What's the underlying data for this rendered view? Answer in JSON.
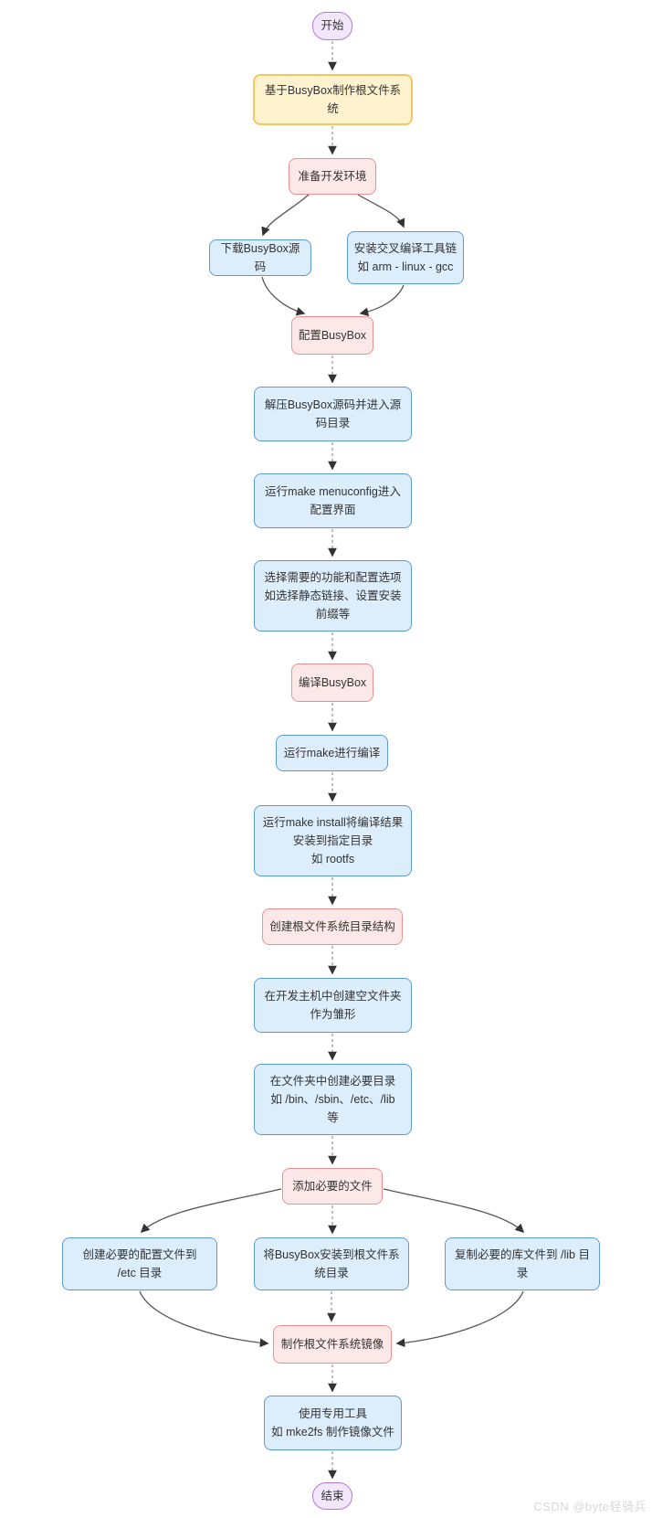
{
  "nodes": {
    "start": {
      "label": "开始"
    },
    "make_rootfs": {
      "label": "基于BusyBox制作根文件系\n统"
    },
    "prepare_env": {
      "label": "准备开发环境"
    },
    "download_src": {
      "label": "下载BusyBox源码"
    },
    "install_toolchain": {
      "label": "安装交叉编译工具链\n如 arm - linux - gcc"
    },
    "configure": {
      "label": "配置BusyBox"
    },
    "extract": {
      "label": "解压BusyBox源码并进入源\n码目录"
    },
    "menuconfig": {
      "label": "运行make menuconfig进入\n配置界面"
    },
    "select_options": {
      "label": "选择需要的功能和配置选项\n如选择静态链接、设置安装\n前缀等"
    },
    "compile": {
      "label": "编译BusyBox"
    },
    "run_make": {
      "label": "运行make进行编译"
    },
    "make_install": {
      "label": "运行make install将编译结果\n安装到指定目录\n如 rootfs"
    },
    "create_structure": {
      "label": "创建根文件系统目录结构"
    },
    "empty_folder": {
      "label": "在开发主机中创建空文件夹\n作为雏形"
    },
    "create_dirs": {
      "label": "在文件夹中创建必要目录\n如 /bin、/sbin、/etc、/lib\n等"
    },
    "add_files": {
      "label": "添加必要的文件"
    },
    "create_config": {
      "label": "创建必要的配置文件到\n/etc 目录"
    },
    "install_rootfs": {
      "label": "将BusyBox安装到根文件系\n统目录"
    },
    "copy_libs": {
      "label": "复制必要的库文件到 /lib 目\n录"
    },
    "make_image": {
      "label": "制作根文件系统镜像"
    },
    "use_tool": {
      "label": "使用专用工具\n如 mke2fs 制作镜像文件"
    },
    "end": {
      "label": "结束"
    }
  },
  "watermark": "CSDN @byte轻骑兵",
  "colors": {
    "terminal_fill": "#f2e6fa",
    "terminal_border": "#b678d8",
    "main_fill": "#fff3cf",
    "main_border": "#f7c65e",
    "milestone_fill": "#fce8e8",
    "milestone_border": "#ee8f8f",
    "step_fill": "#dcedfc",
    "step_border": "#5b9bd5",
    "text": "#333333",
    "watermark_color": "#d8d8d8",
    "link": "#555555",
    "link_dashed": "#999999",
    "arrowhead": "#333333"
  }
}
